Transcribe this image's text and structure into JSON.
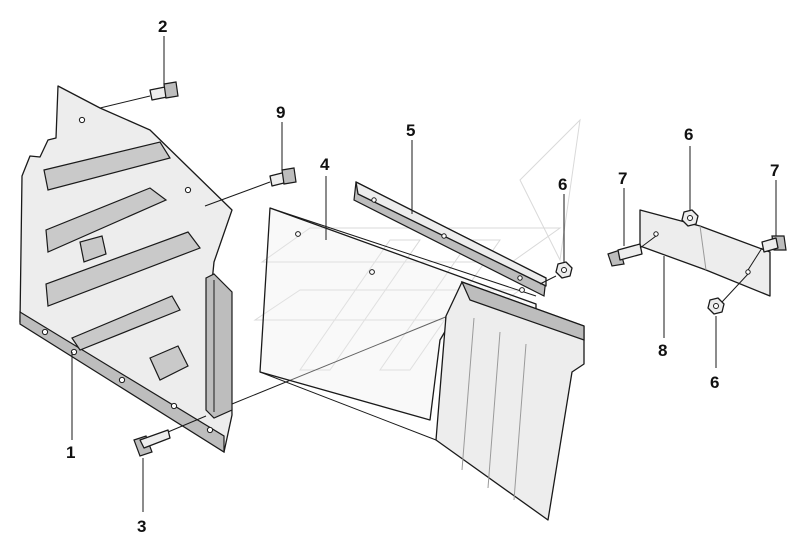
{
  "callouts": {
    "c1": "1",
    "c2": "2",
    "c3": "3",
    "c4": "4",
    "c5": "5",
    "c6a": "6",
    "c6b": "6",
    "c6c": "6",
    "c7a": "7",
    "c7b": "7",
    "c8": "8",
    "c9": "9"
  }
}
